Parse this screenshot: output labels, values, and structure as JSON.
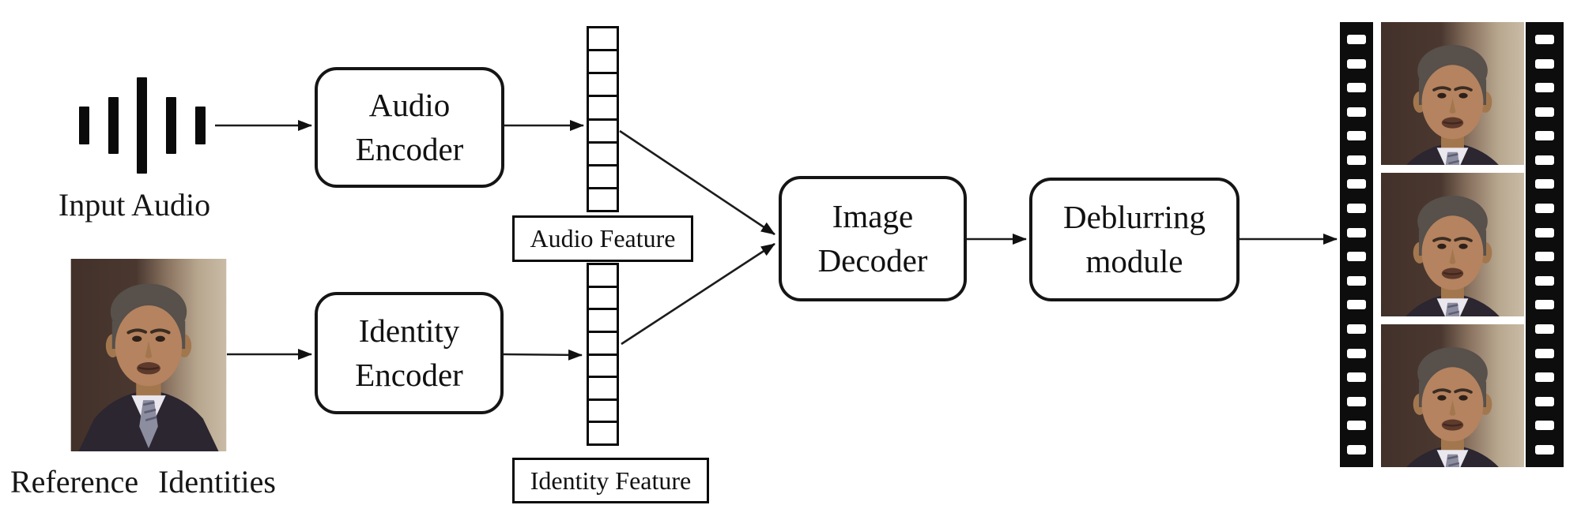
{
  "inputs": {
    "audio": {
      "label": "Input Audio",
      "icon": "audio-waveform-icon"
    },
    "identity": {
      "label": "Reference Identities",
      "icon": "portrait-photo"
    }
  },
  "modules": {
    "audio_encoder": {
      "line1": "Audio",
      "line2": "Encoder"
    },
    "identity_encoder": {
      "line1": "Identity",
      "line2": "Encoder"
    },
    "image_decoder": {
      "line1": "Image",
      "line2": "Decoder"
    },
    "deblurring_module": {
      "line1": "Deblurring",
      "line2": "module"
    }
  },
  "features": {
    "audio": {
      "label": "Audio Feature",
      "cells": 8
    },
    "identity": {
      "label": "Identity Feature",
      "cells": 8
    }
  },
  "output": {
    "film_strip": {
      "frames": 3,
      "sprocket_holes_per_side": 18,
      "icon": "film-strip-icon"
    }
  },
  "colors": {
    "ink": "#111111",
    "film": "#0d0d0d",
    "photo_bg_dark": "#42312a",
    "photo_bg_mid": "#8a7360",
    "photo_bg_light": "#c4b5a0",
    "skin": "#b5835f",
    "skin_shadow": "#a3774e",
    "hair": "#57504b",
    "suit": "#2b2630",
    "shirt": "#eae7ee",
    "tie": "#8d8da0"
  }
}
